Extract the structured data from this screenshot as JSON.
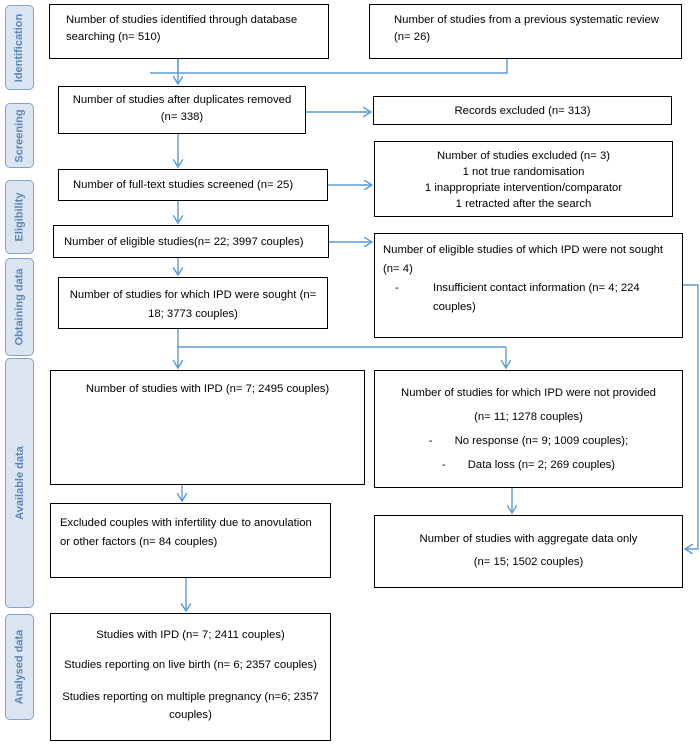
{
  "stages": [
    {
      "id": "identification",
      "label": "Identification"
    },
    {
      "id": "screening",
      "label": "Screening"
    },
    {
      "id": "eligibility",
      "label": "Eligibility"
    },
    {
      "id": "obtaining",
      "label": "Obtaining data"
    },
    {
      "id": "available",
      "label": "Available data"
    },
    {
      "id": "analysed",
      "label": "Analysed data"
    }
  ],
  "boxes": {
    "db_search": "Number of studies identified through database searching (n= 510)",
    "prev_review": "Number of studies from a previous systematic review (n= 26)",
    "after_duplicates": "Number of studies after duplicates removed (n= 338)",
    "records_excluded": "Records excluded (n= 313)",
    "fulltext": "Number of full-text studies screened (n= 25)",
    "excluded_title": "Number of studies excluded (n=  3)",
    "excluded_reasons": [
      "1 not true randomisation",
      "1 inappropriate intervention/comparator",
      "1 retracted after the search"
    ],
    "eligible": "Number of eligible studies(n= 22; 3997 couples)",
    "not_sought_title": "Number of eligible studies of which IPD were not sought (n= 4)",
    "not_sought_bullet": "Insufficient contact information (n= 4; 224 couples)",
    "sought": "Number of studies for which IPD were sought (n= 18; 3773 couples)",
    "with_ipd": "Number of studies with IPD (n= 7; 2495 couples)",
    "not_provided_title": "Number of studies for which IPD were not provided",
    "not_provided_n": "(n= 11; 1278 couples)",
    "no_response": "No response (n= 9; 1009 couples);",
    "data_loss": "Data loss (n= 2; 269 couples)",
    "excluded_couples": "Excluded couples with infertility due to anovulation or other factors (n= 84 couples)",
    "aggregate_title": "Number of studies with aggregate data only",
    "aggregate_n": "(n= 15; 1502 couples)",
    "analysed_ipd": "Studies with IPD (n= 7; 2411 couples)",
    "analysed_live_birth": "Studies reporting on live birth (n= 6; 2357 couples)",
    "analysed_multiple": "Studies reporting on multiple pregnancy (n=6; 2357 couples)"
  },
  "colors": {
    "arrow": "#5b9bd5",
    "stage_fill": "#dbe5f1",
    "stage_text": "#5b86b5",
    "stage_border": "#7fa4c9"
  }
}
